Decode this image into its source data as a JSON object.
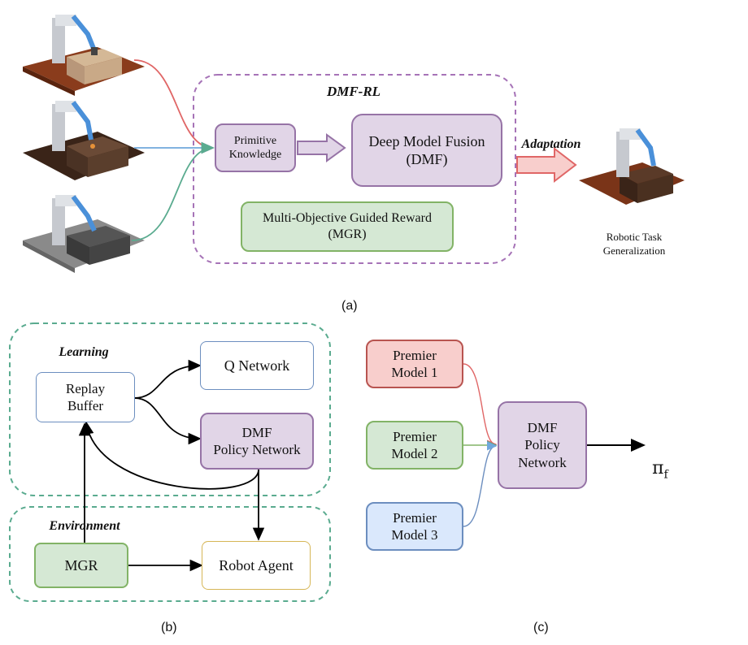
{
  "panel_a": {
    "group_title": "DMF-RL",
    "primitive_knowledge": "Primitive\nKnowledge",
    "dmf_box": "Deep Model Fusion\n(DMF)",
    "mgr_box": "Multi-Objective Guided Reward\n(MGR)",
    "adaptation": "Adaptation",
    "task_label": "Robotic Task\nGeneralization",
    "caption": "(a)"
  },
  "panel_b": {
    "learning": "Learning",
    "environment": "Environment",
    "replay_buffer": "Replay\nBuffer",
    "q_network": "Q Network",
    "dmf_policy": "DMF\nPolicy Network",
    "mgr": "MGR",
    "robot_agent": "Robot Agent",
    "caption": "(b)"
  },
  "panel_c": {
    "model_1": "Premier\nModel 1",
    "model_2": "Premier\nModel 2",
    "model_3": "Premier\nModel 3",
    "dmf_policy": "DMF\nPolicy\nNetwork",
    "output": "π",
    "output_sub": "f",
    "caption": "(c)"
  },
  "colors": {
    "purple_fill": "#e1d5e7",
    "green_fill": "#d5e8d4",
    "red_fill": "#f8cecc",
    "blue_fill": "#dae8fc",
    "arrow_red": "#e06666",
    "arrow_blue": "#6fa8dc",
    "arrow_green": "#5aab8f"
  }
}
